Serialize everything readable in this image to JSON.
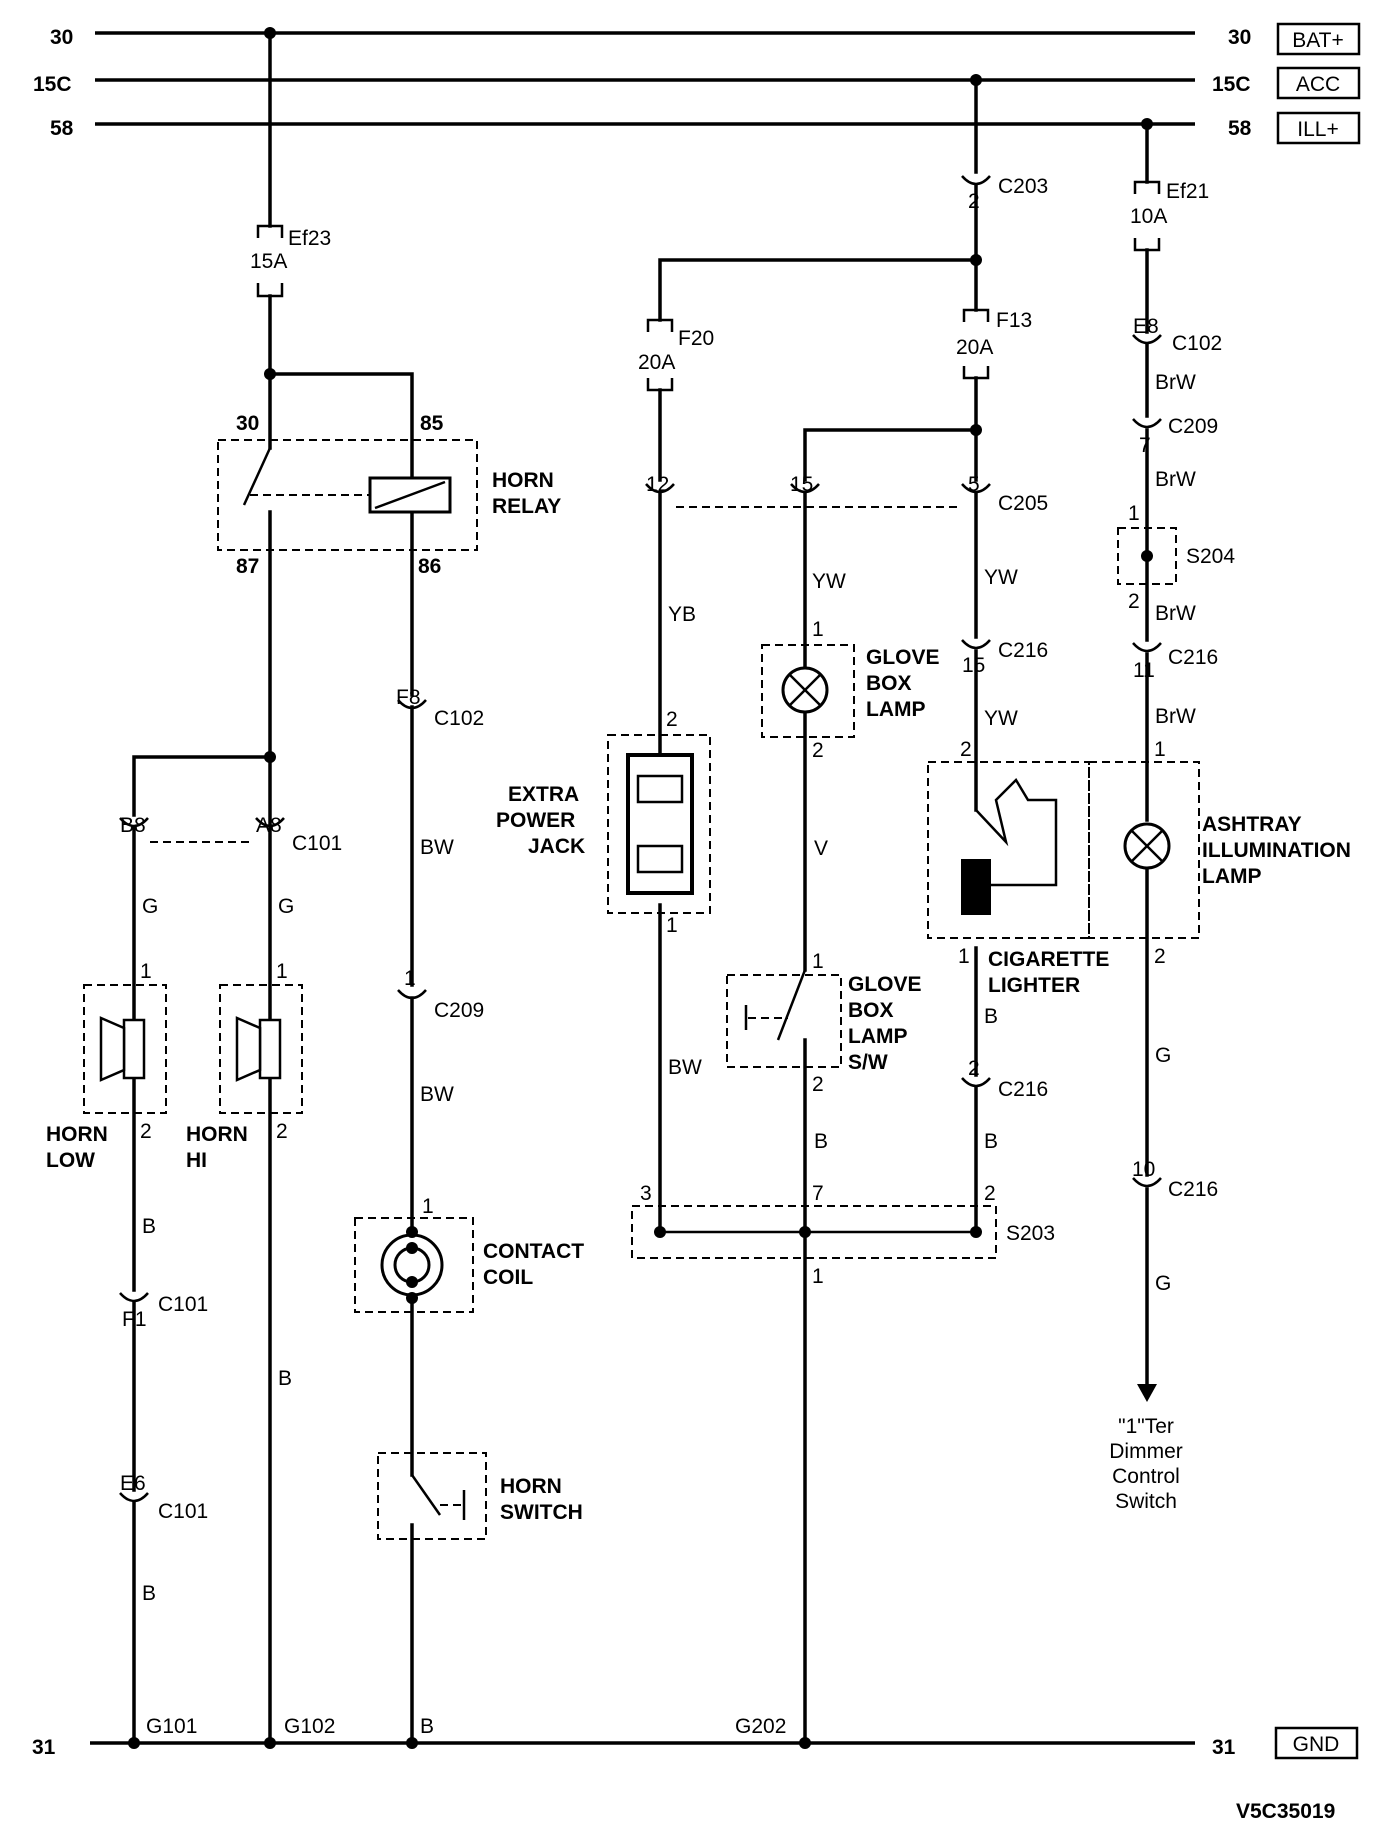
{
  "buses": {
    "b30": "30",
    "b15c": "15C",
    "b58": "58",
    "b31": "31",
    "bat": "BAT+",
    "acc": "ACC",
    "ill": "ILL+",
    "gnd": "GND"
  },
  "fuses": {
    "ef23": "Ef23",
    "ef23_amp": "15A",
    "f20": "F20",
    "f20_amp": "20A",
    "f13": "F13",
    "f13_amp": "20A",
    "ef21": "Ef21",
    "ef21_amp": "10A"
  },
  "components": {
    "horn_relay": [
      "HORN",
      "RELAY"
    ],
    "horn_low": [
      "HORN",
      "LOW"
    ],
    "horn_hi": [
      "HORN",
      "HI"
    ],
    "contact_coil": [
      "CONTACT",
      "COIL"
    ],
    "horn_switch": [
      "HORN",
      "SWITCH"
    ],
    "extra_power_jack": [
      "EXTRA",
      "POWER",
      "JACK"
    ],
    "glove_box_lamp": [
      "GLOVE",
      "BOX",
      "LAMP"
    ],
    "glove_box_lamp_sw": [
      "GLOVE",
      "BOX",
      "LAMP",
      "S/W"
    ],
    "cigarette_lighter": [
      "CIGARETTE",
      "LIGHTER"
    ],
    "ashtray_lamp": [
      "ASHTRAY",
      "ILLUMINATION",
      "LAMP"
    ],
    "dimmer": [
      "\"1\"Ter",
      "Dimmer",
      "Control",
      "Switch"
    ]
  },
  "connectors": {
    "c101": "C101",
    "c102": "C102",
    "c203": "C203",
    "c205": "C205",
    "c209": "C209",
    "c216": "C216",
    "s203": "S203",
    "s204": "S204"
  },
  "pins": {
    "p_b8": "B8",
    "p_a8": "A8",
    "p_f8": "F8",
    "p_f1": "F1",
    "p_e6": "E6",
    "p_e8": "E8",
    "p_30": "30",
    "p_85": "85",
    "p_87": "87",
    "p_86": "86",
    "p_1": "1",
    "p_2": "2",
    "p_3": "3",
    "p_5": "5",
    "p_7": "7",
    "p_10": "10",
    "p_11": "11",
    "p_12": "12",
    "p_15": "15"
  },
  "wires": {
    "g": "G",
    "b": "B",
    "bw": "BW",
    "yb": "YB",
    "yw": "YW",
    "v": "V",
    "brw": "BrW"
  },
  "grounds": {
    "g101": "G101",
    "g102": "G102",
    "g202": "G202"
  },
  "diagram_id": "V5C35019"
}
